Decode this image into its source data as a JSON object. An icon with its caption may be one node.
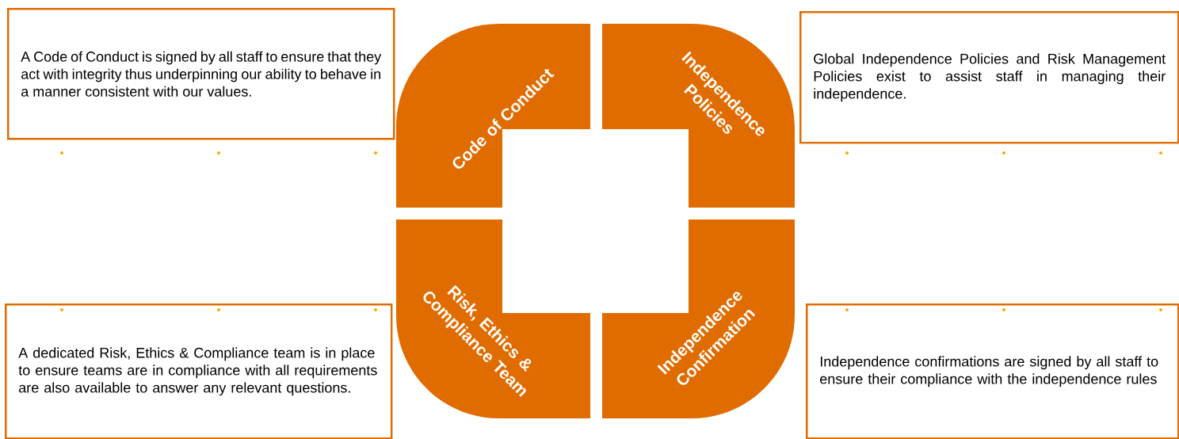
{
  "diagram": {
    "nodes": [
      {
        "text": [
          "A Code of Conduct is signed by all staff to ensure that they act with integrity thus underpinning our ability to behave in a manner consistent with our values."
        ]
      },
      {
        "text": [
          "Code of Conduct"
        ]
      },
      {
        "text": [
          "Independence Policies"
        ]
      },
      {
        "text": [
          "Global Independence Policies and Risk Management Policies exist to assist staff in managing their independence."
        ]
      },
      {
        "text": [
          "A dedicated Risk, Ethics & Compliance team is in place to ensure teams are in compliance with all requirements are also available to answer any relevant questions."
        ]
      },
      {
        "text": [
          "Risk, Ethics & Compliance Team"
        ]
      },
      {
        "text": [
          "Independence Confirmation"
        ]
      },
      {
        "text": [
          "Independence confirmations are signed by all staff to ensure their compliance with the independence rules"
        ]
      }
    ]
  }
}
